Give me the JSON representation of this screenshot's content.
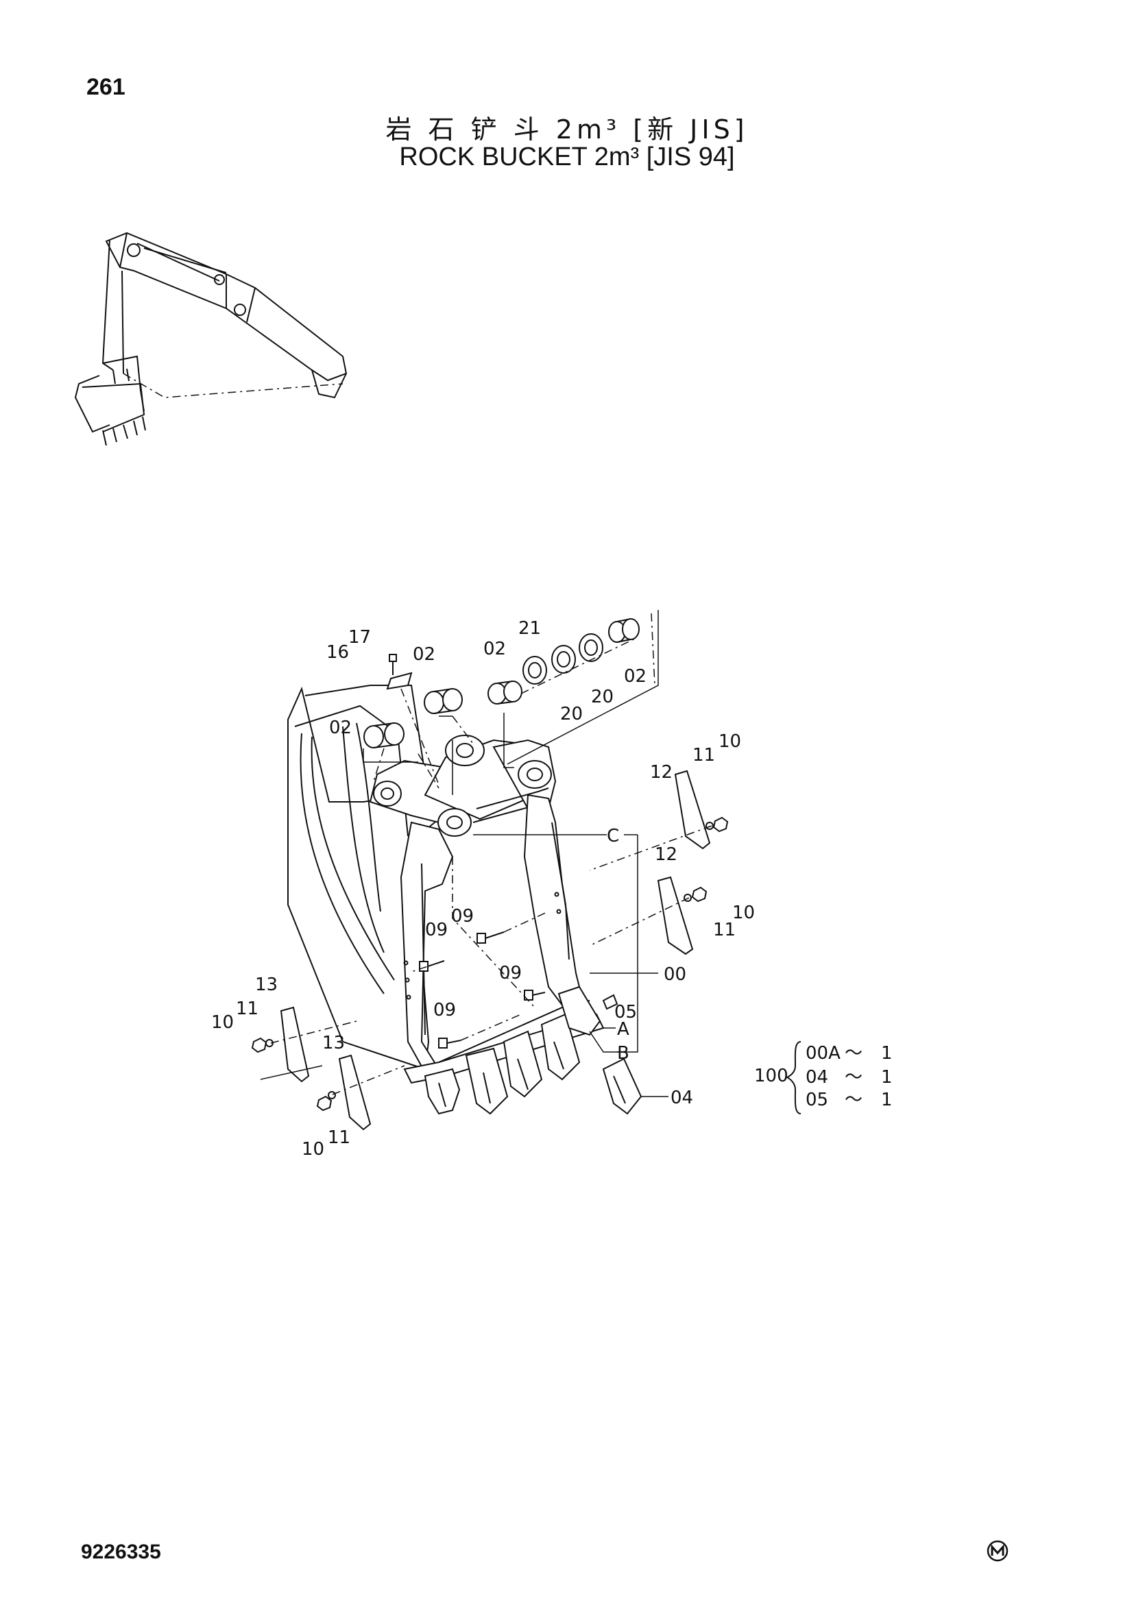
{
  "header": {
    "page_number": "261",
    "title_cn": "岩 石 铲 斗 2m³ [新 JIS]",
    "title_en": "ROCK  BUCKET  2m³  [JIS 94]"
  },
  "footer": {
    "doc_number": "9226335"
  },
  "callouts": {
    "c17": "17",
    "c16": "16",
    "c02a": "02",
    "c02b": "02",
    "c21": "21",
    "c20a": "20",
    "c20b": "20",
    "c02c": "02",
    "c02d": "02",
    "c12a": "12",
    "c11a": "11",
    "c10a": "10",
    "c12b": "12",
    "c10b": "10",
    "c11b": "11",
    "cC": "C",
    "c09a": "09",
    "c09b": "09",
    "c09c": "09",
    "c00": "00",
    "c13a": "13",
    "c11c": "11",
    "c10c": "10",
    "c09d": "09",
    "c05": "05",
    "cA": "A",
    "cB": "B",
    "c13b": "13",
    "c04": "04",
    "c10d": "10",
    "c11d": "11"
  },
  "assembly_table": {
    "assembly_number": "100",
    "rows": [
      {
        "part": "00A",
        "qty": "1"
      },
      {
        "part": "04",
        "qty": "1"
      },
      {
        "part": "05",
        "qty": "1"
      }
    ],
    "separator": "～"
  }
}
